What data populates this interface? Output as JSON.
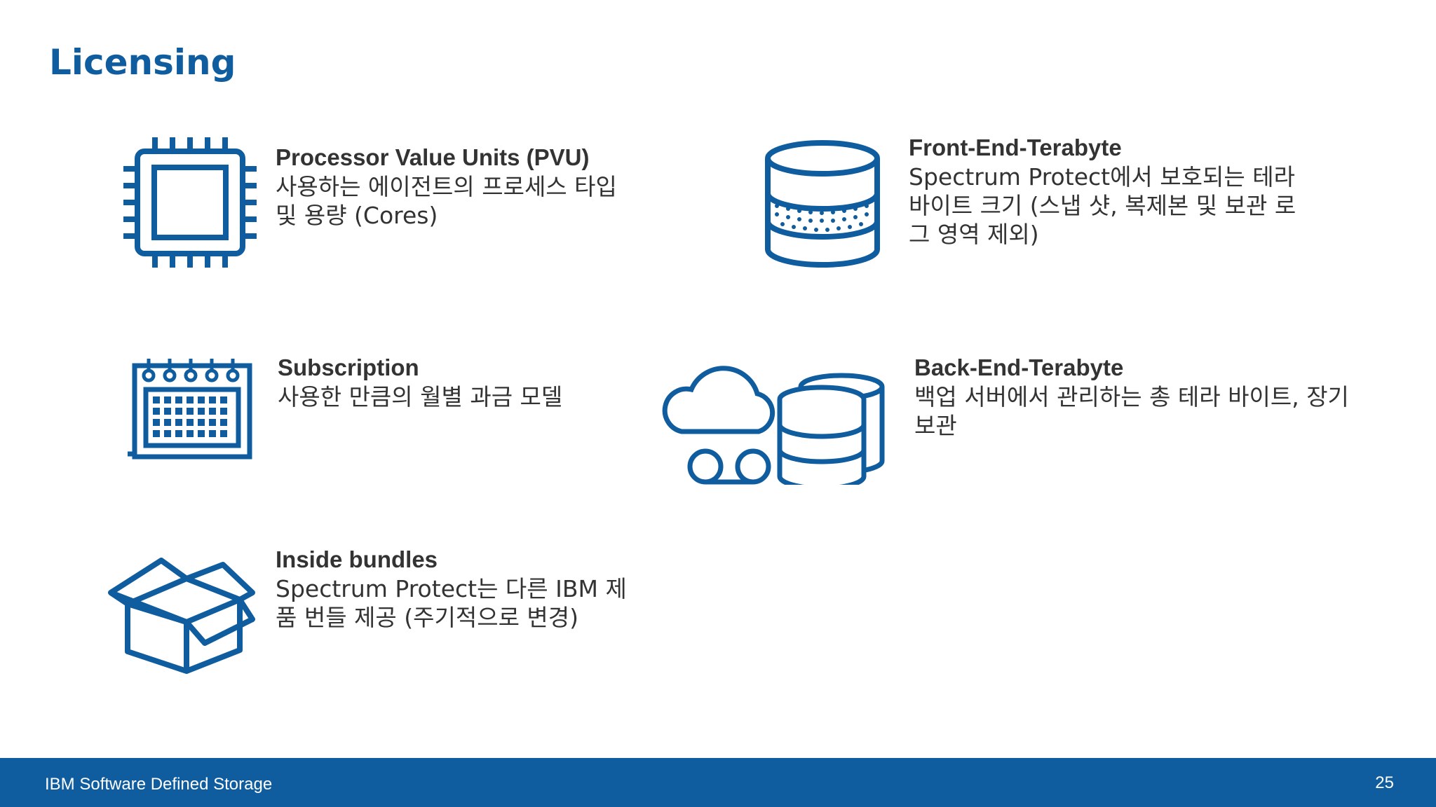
{
  "slide": {
    "title": "Licensing"
  },
  "items": {
    "pvu": {
      "heading": "Processor Value Units (PVU)",
      "description": "사용하는 에이전트의 프로세스 타입 및 용량 (Cores)",
      "icon": "cpu-chip-icon"
    },
    "front_end": {
      "heading": "Front-End-Terabyte",
      "description": "Spectrum Protect에서 보호되는 테라바이트 크기 (스냅 샷, 복제본 및 보관 로그 영역 제외)",
      "icon": "database-icon"
    },
    "subscription": {
      "heading": "Subscription",
      "description": "사용한 만큼의 월별 과금 모델",
      "icon": "calendar-icon"
    },
    "back_end": {
      "heading": "Back-End-Terabyte",
      "description": "백업 서버에서 관리하는 총 테라 바이트, 장기 보관",
      "icon": "cloud-storage-icon"
    },
    "bundles": {
      "heading": "Inside bundles",
      "description": "Spectrum Protect는 다른 IBM 제품 번들 제공 (주기적으로 변경)",
      "icon": "open-box-icon"
    }
  },
  "footer": {
    "brand": "IBM Software Defined Storage",
    "page_number": "25"
  },
  "colors": {
    "accent": "#0f5c9e",
    "text": "#333333"
  }
}
